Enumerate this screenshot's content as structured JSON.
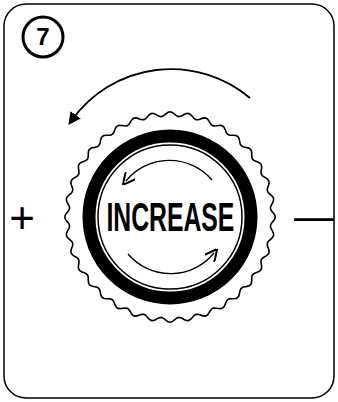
{
  "diagram": {
    "nodes": [
      {
        "text": [
          "7"
        ]
      },
      {
        "text": [
          "INCREASE"
        ]
      }
    ],
    "labels": [
      "+",
      "—"
    ]
  }
}
